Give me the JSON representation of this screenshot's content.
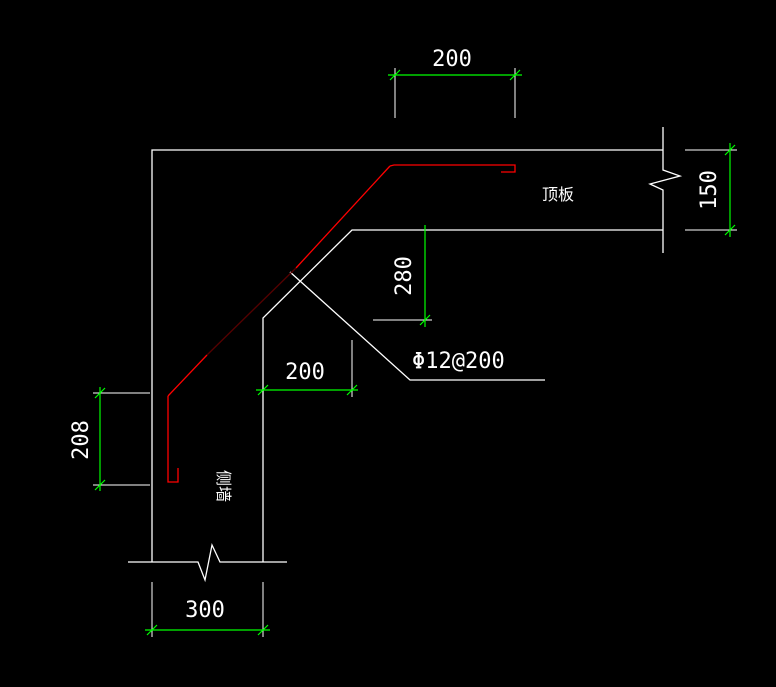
{
  "colors": {
    "background": "#000000",
    "outline": "#ffffff",
    "rebar": "#ff0000",
    "dimension": "#00ff00"
  },
  "labels": {
    "roof_slab": "顶板",
    "side_wall": "侧墙",
    "rebar_spec": "Φ12@200"
  },
  "dimensions": {
    "top_width": "200",
    "slab_thickness": "150",
    "haunch_vertical": "280",
    "haunch_horizontal": "200",
    "wall_rebar_lap": "208",
    "wall_thickness": "300"
  }
}
